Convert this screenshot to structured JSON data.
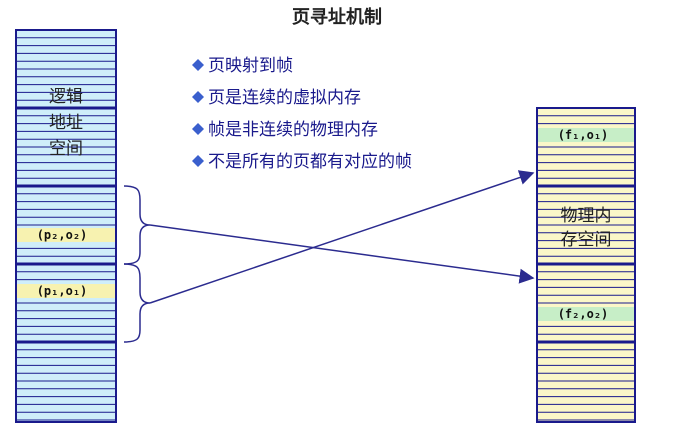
{
  "title": "页寻址机制",
  "bullets": [
    "页映射到帧",
    "页是连续的虚拟内存",
    "帧是非连续的物理内存",
    "不是所有的页都有对应的帧"
  ],
  "logical": {
    "label_lines": [
      "逻辑",
      "地址",
      "空间"
    ],
    "addr_p2": "(p₂,o₂)",
    "addr_p1": "(p₁,o₁)"
  },
  "physical": {
    "label_lines": [
      "物理内",
      "存空间"
    ],
    "addr_f1": "(f₁,o₁)",
    "addr_f2": "(f₂,o₂)"
  },
  "colors": {
    "logical_fill": "#cfeefa",
    "physical_fill": "#fbf7c8",
    "block_border": "#1a1a8c",
    "highlight_logical": "#f7f2b0",
    "highlight_physical": "#c7eec7",
    "bullet": "#3a5fcd",
    "arrow": "#2b2b8f"
  }
}
